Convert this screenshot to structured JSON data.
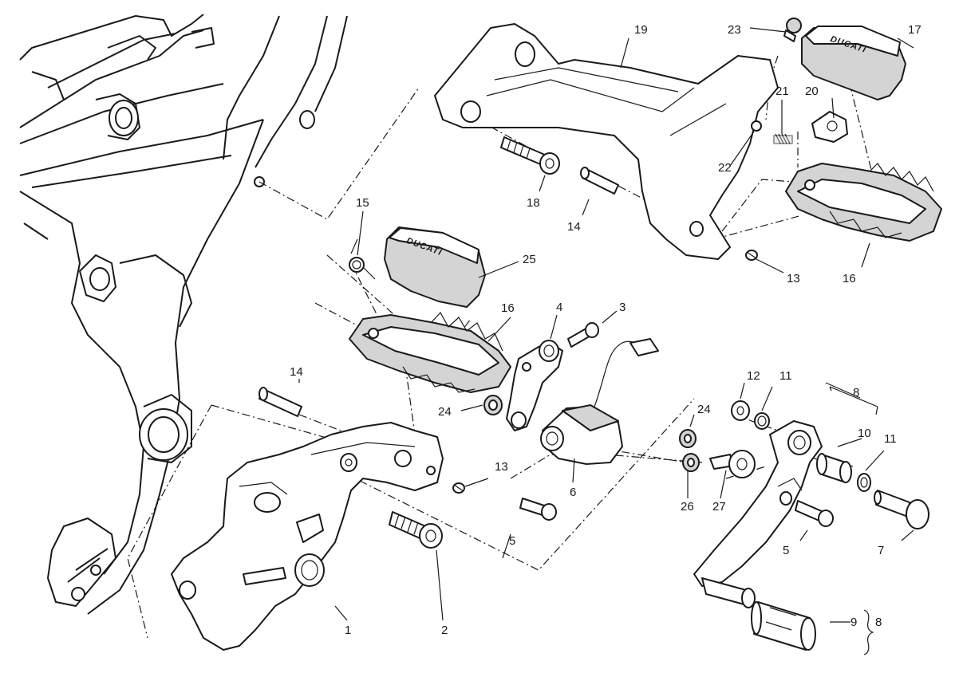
{
  "logo_text": "DUCATI",
  "callouts": [
    {
      "id": "c1",
      "label": "1"
    },
    {
      "id": "c2",
      "label": "2"
    },
    {
      "id": "c3",
      "label": "3"
    },
    {
      "id": "c4",
      "label": "4"
    },
    {
      "id": "c5a",
      "label": "5"
    },
    {
      "id": "c5b",
      "label": "5"
    },
    {
      "id": "c6",
      "label": "6"
    },
    {
      "id": "c7",
      "label": "7"
    },
    {
      "id": "c8a",
      "label": "8"
    },
    {
      "id": "c8b",
      "label": "8"
    },
    {
      "id": "c9",
      "label": "9"
    },
    {
      "id": "c10",
      "label": "10"
    },
    {
      "id": "c11a",
      "label": "11"
    },
    {
      "id": "c11b",
      "label": "11"
    },
    {
      "id": "c12",
      "label": "12"
    },
    {
      "id": "c13a",
      "label": "13"
    },
    {
      "id": "c13b",
      "label": "13"
    },
    {
      "id": "c14a",
      "label": "14"
    },
    {
      "id": "c14b",
      "label": "14"
    },
    {
      "id": "c15",
      "label": "15"
    },
    {
      "id": "c16a",
      "label": "16"
    },
    {
      "id": "c16b",
      "label": "16"
    },
    {
      "id": "c17",
      "label": "17"
    },
    {
      "id": "c18",
      "label": "18"
    },
    {
      "id": "c19",
      "label": "19"
    },
    {
      "id": "c20",
      "label": "20"
    },
    {
      "id": "c21",
      "label": "21"
    },
    {
      "id": "c22",
      "label": "22"
    },
    {
      "id": "c23",
      "label": "23"
    },
    {
      "id": "c24a",
      "label": "24"
    },
    {
      "id": "c24b",
      "label": "24"
    },
    {
      "id": "c25",
      "label": "25"
    },
    {
      "id": "c26",
      "label": "26"
    },
    {
      "id": "c27",
      "label": "27"
    }
  ]
}
